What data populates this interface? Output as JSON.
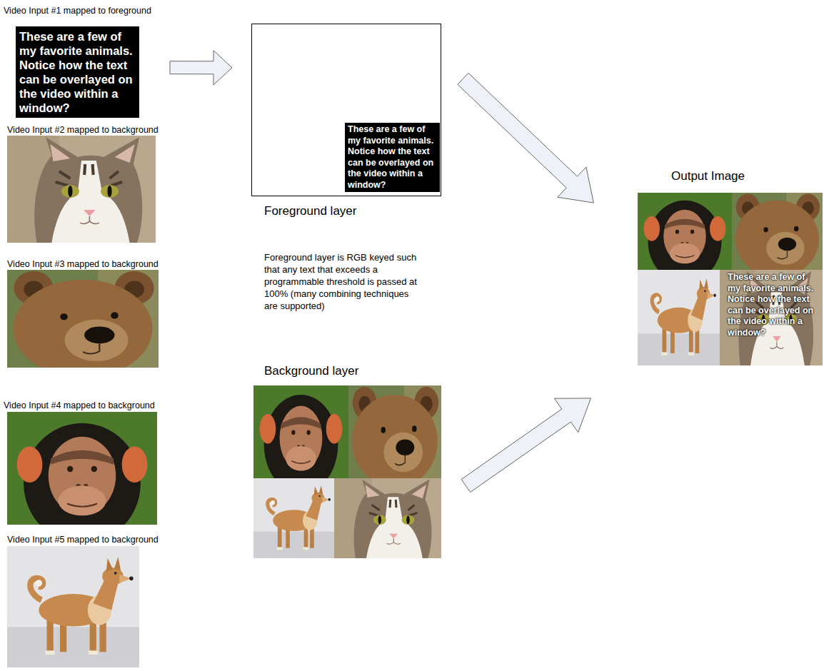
{
  "diagram": {
    "nodes": [
      {
        "text": [
          "Video Input #1 mapped to foreground",
          "These are a few of my favorite animals. Notice how the text can be overlayed on the video within a window?"
        ]
      },
      {
        "text": [
          "Video Input #2 mapped to background"
        ]
      },
      {
        "text": [
          "Video Input #3 mapped to background"
        ]
      },
      {
        "text": [
          "Video Input #4 mapped to background"
        ]
      },
      {
        "text": [
          "Video Input #5 mapped to background"
        ]
      },
      {
        "text": [
          "Foreground layer"
        ]
      },
      {
        "text": [
          "These are a few of my favorite animals. Notice how the text can be overlayed on the video within a window?"
        ],
        "in": 5
      },
      {
        "text": [
          "Background layer"
        ]
      },
      {
        "text": [
          "Output Image"
        ]
      }
    ],
    "edges": [
      {
        "from": 0,
        "to": 5,
        "arrow": "to"
      },
      {
        "from": 5,
        "to": 8,
        "arrow": "to"
      },
      {
        "from": 7,
        "to": 8,
        "arrow": "to"
      }
    ],
    "labels": [
      "Foreground layer is RGB keyed such that any text that exceeds a programmable threshold is passed at 100% (many combining techniques are supported)",
      "These are a few of my favorite animals. Notice how the text can be overlayed on the video within a window?"
    ]
  }
}
